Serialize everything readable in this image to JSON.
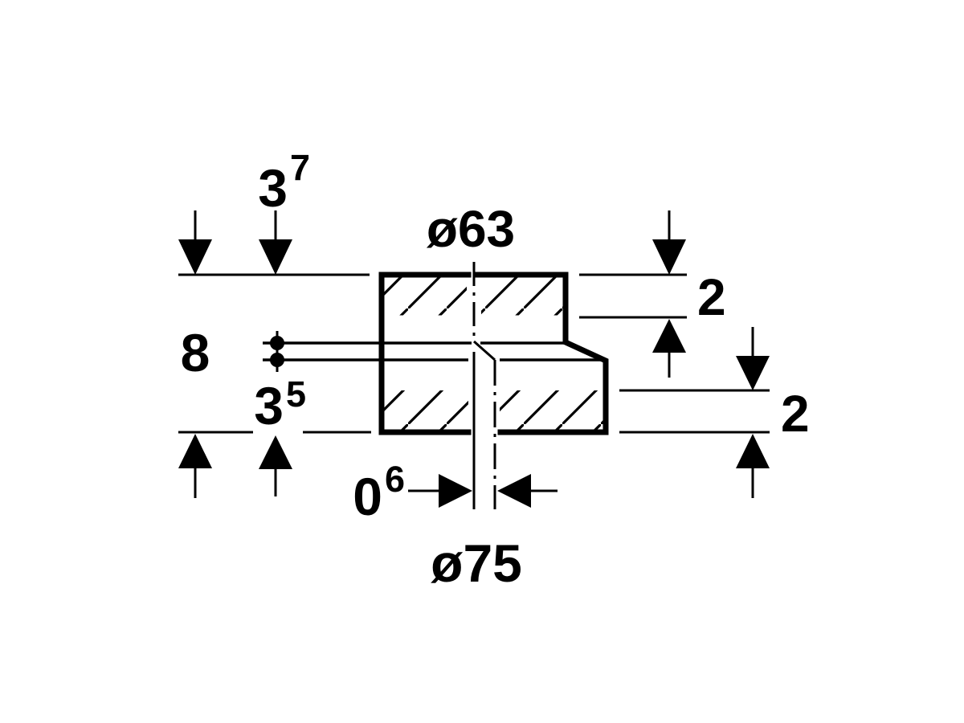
{
  "drawing": {
    "kind": "technical-cross-section-dimension-drawing",
    "subject": "eccentric pipe reducer, hatched section view",
    "background_color": "#ffffff",
    "line_color": "#000000"
  },
  "labels": {
    "dim_top_height": {
      "base": "3",
      "sup": "7"
    },
    "dim_overall": {
      "base": "8"
    },
    "dim_bottom_height": {
      "base": "3",
      "sup": "5"
    },
    "dia_top": {
      "base": "ø63"
    },
    "dim_depth_top": {
      "base": "2"
    },
    "dim_depth_bottom": {
      "base": "2"
    },
    "dim_axis_offset": {
      "base": "0",
      "sup": "6"
    },
    "dia_bottom": {
      "base": "ø75"
    }
  }
}
